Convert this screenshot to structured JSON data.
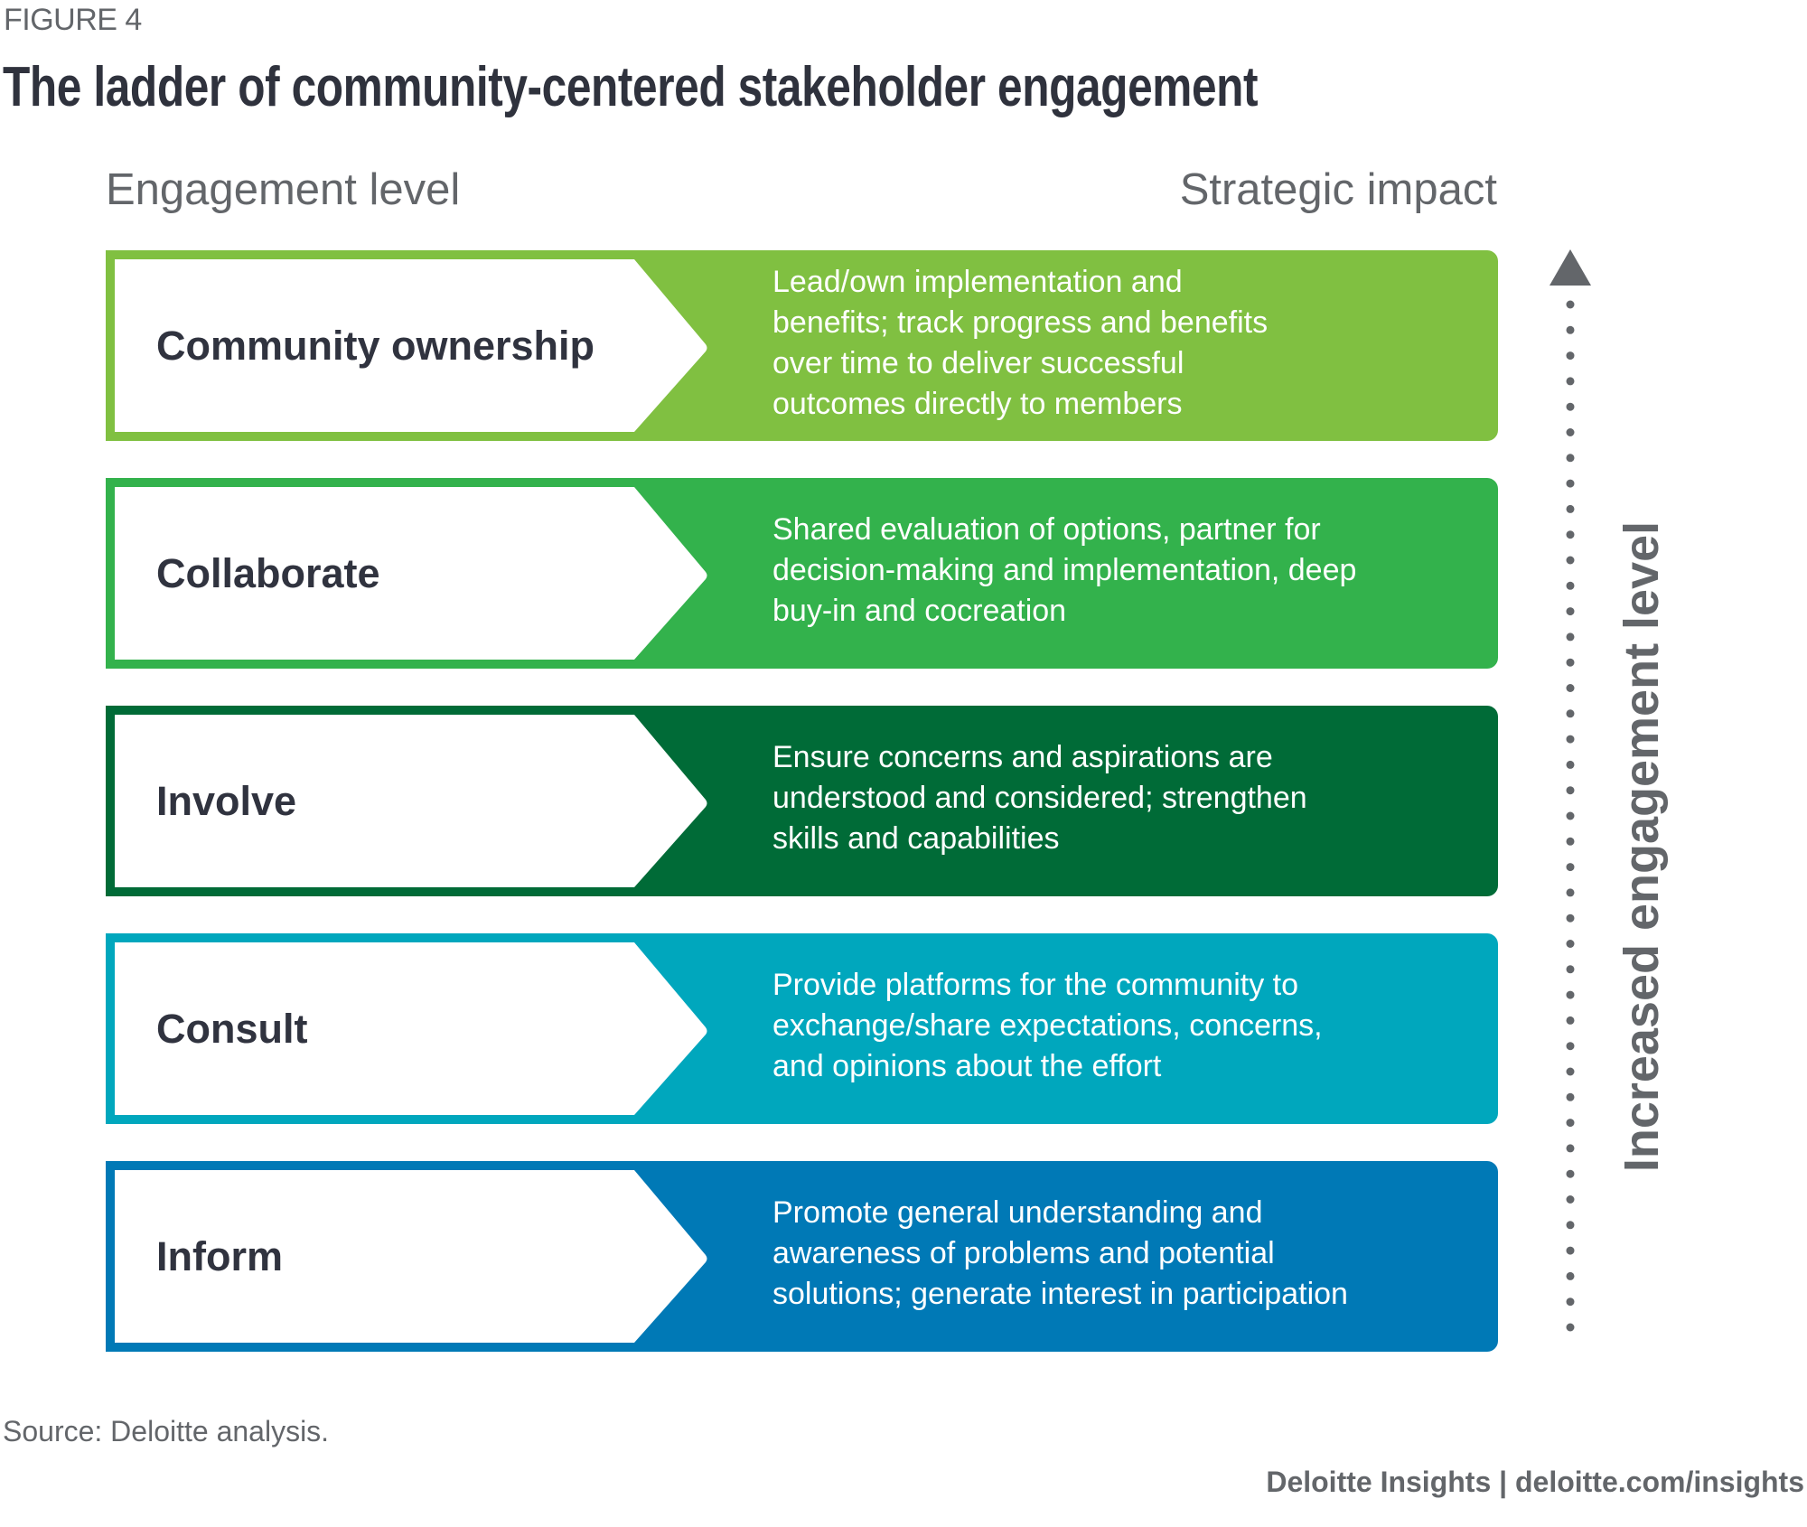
{
  "figure_label": "FIGURE 4",
  "title": "The ladder of community-centered stakeholder engagement",
  "columns": {
    "left": "Engagement level",
    "right": "Strategic impact"
  },
  "rows": [
    {
      "level": "Community ownership",
      "color": "#80c041",
      "impact_lines": [
        "Lead/own implementation and",
        "benefits; track progress and benefits",
        "over time to deliver successful",
        "outcomes directly to members"
      ]
    },
    {
      "level": "Collaborate",
      "color": "#33b24c",
      "impact_lines": [
        "Shared evaluation of options, partner for",
        "decision-making and implementation, deep",
        "buy-in and cocreation"
      ]
    },
    {
      "level": "Involve",
      "color": "#006b37",
      "impact_lines": [
        "Ensure concerns and aspirations are",
        "understood and considered; strengthen",
        "skills and capabilities"
      ]
    },
    {
      "level": "Consult",
      "color": "#00a7bd",
      "impact_lines": [
        "Provide platforms for the community to",
        "exchange/share expectations, concerns,",
        "and opinions about the effort"
      ]
    },
    {
      "level": "Inform",
      "color": "#0079b6",
      "impact_lines": [
        "Promote general understanding and",
        "awareness of problems and potential",
        "solutions; generate interest in participation"
      ]
    }
  ],
  "side_axis": {
    "label": "Increased engagement level",
    "direction": "up",
    "icon": "arrow-up-dotted-icon",
    "color": "#63666a"
  },
  "source": "Source: Deloitte analysis.",
  "footer": "Deloitte Insights | deloitte.com/insights"
}
